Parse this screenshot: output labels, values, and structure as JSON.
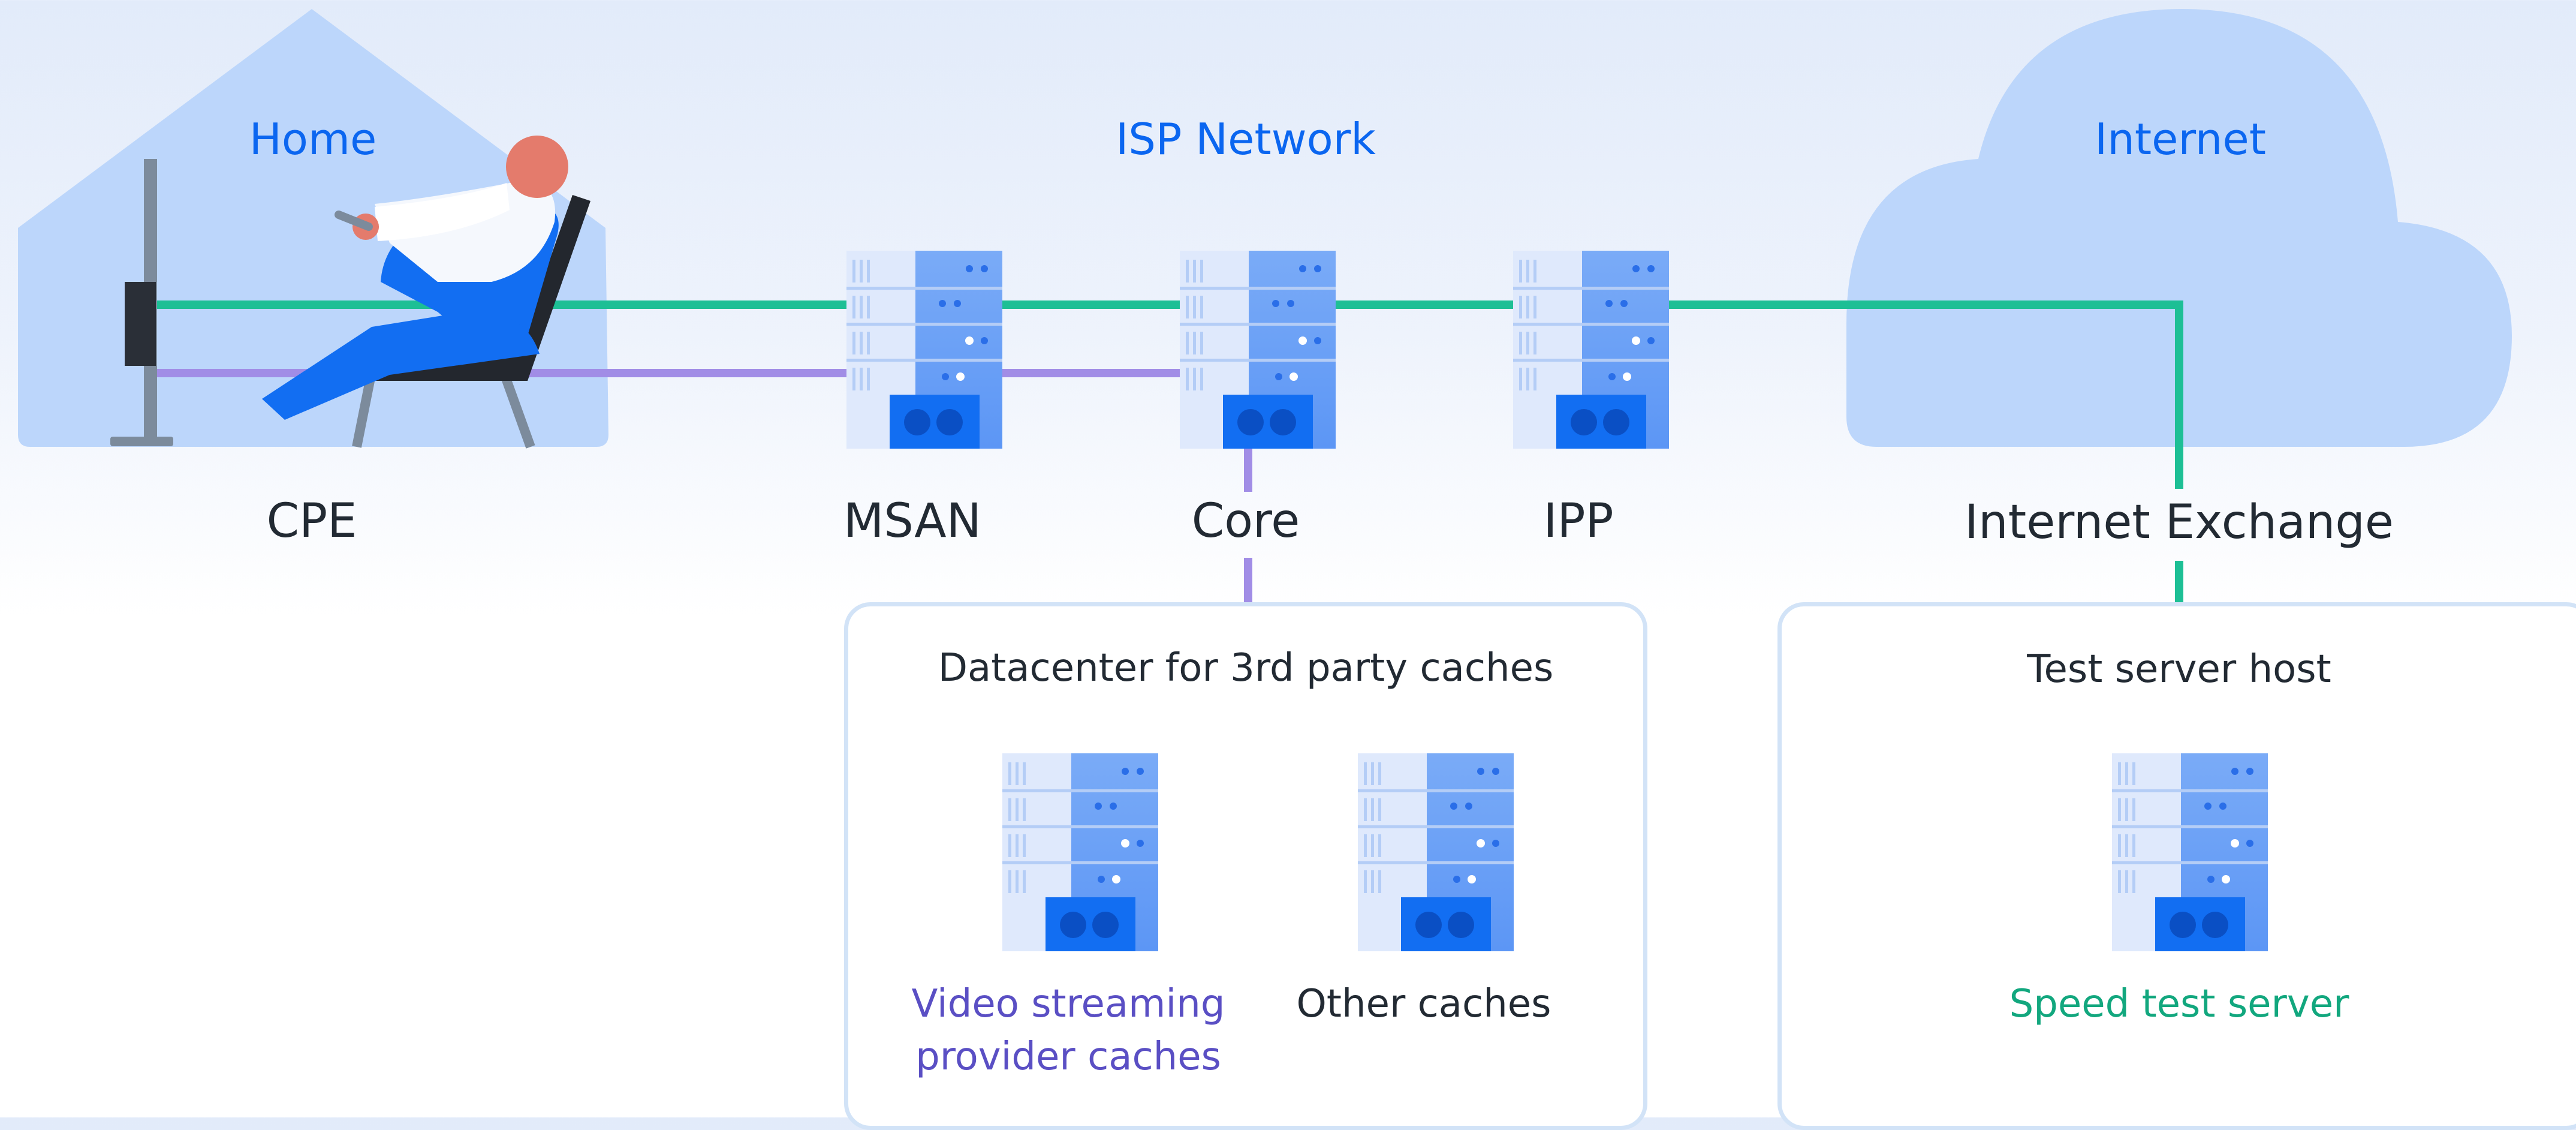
{
  "zones": {
    "home": "Home",
    "isp": "ISP Network",
    "internet": "Internet"
  },
  "nodes": {
    "cpe": "CPE",
    "msan": "MSAN",
    "core": "Core",
    "ipp": "IPP",
    "ix": "Internet Exchange"
  },
  "boxes": {
    "datacenter": "Datacenter for 3rd party caches",
    "test_host": "Test server host"
  },
  "servers": {
    "video_line1": "Video streaming",
    "video_line2": "provider caches",
    "other": "Other caches",
    "speed": "Speed test server"
  },
  "colors": {
    "zone_label": "#0b66f0",
    "speed_test_path": "#1dbf95",
    "video_path": "#a18de6",
    "other_link": "#cfdbe8",
    "house_cloud": "#bcd6fb",
    "server_panel": "#5c96f5",
    "server_drive": "#126ef2"
  }
}
